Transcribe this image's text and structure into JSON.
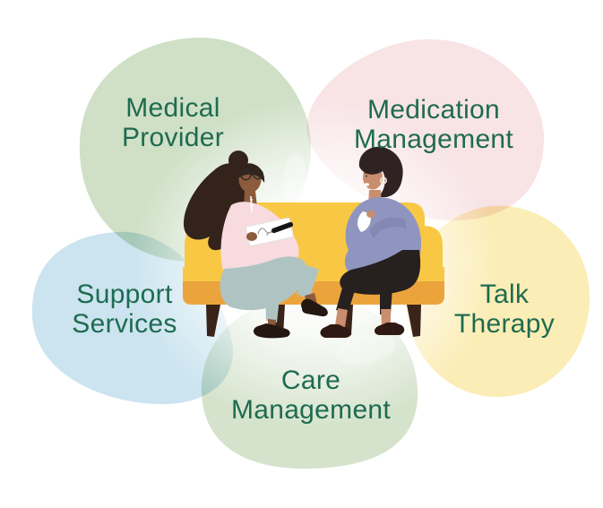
{
  "diagram": {
    "label_color": "#1E6B50",
    "petals": [
      {
        "id": "medical-provider",
        "line1": "Medical",
        "line2": "Provider",
        "fill": "#CFE0C6"
      },
      {
        "id": "medication-management",
        "line1": "Medication",
        "line2": "Management",
        "fill": "#F8E3E5"
      },
      {
        "id": "support-services",
        "line1": "Support",
        "line2": "Services",
        "fill": "#CBE4EF"
      },
      {
        "id": "talk-therapy",
        "line1": "Talk",
        "line2": "Therapy",
        "fill": "#FBEDB6"
      },
      {
        "id": "care-management",
        "line1": "Care",
        "line2": "Management",
        "fill": "#D5E3CC"
      }
    ]
  },
  "illustration": {
    "description": "Therapist with notepad and client holding a tissue talking on a yellow couch",
    "colors": {
      "couch": "#F8C845",
      "couch_shadow": "#EBA43C",
      "couch_leg": "#3A2318",
      "therapist_skin": "#8C5B3B",
      "therapist_top": "#F7DBDF",
      "therapist_pants": "#AFC4C2",
      "therapist_hair": "#34231A",
      "client_skin": "#C98E6E",
      "client_sweater": "#9095BF",
      "client_pants": "#26201F",
      "client_hair": "#2E2322",
      "notepad": "#FFFFFF"
    }
  }
}
